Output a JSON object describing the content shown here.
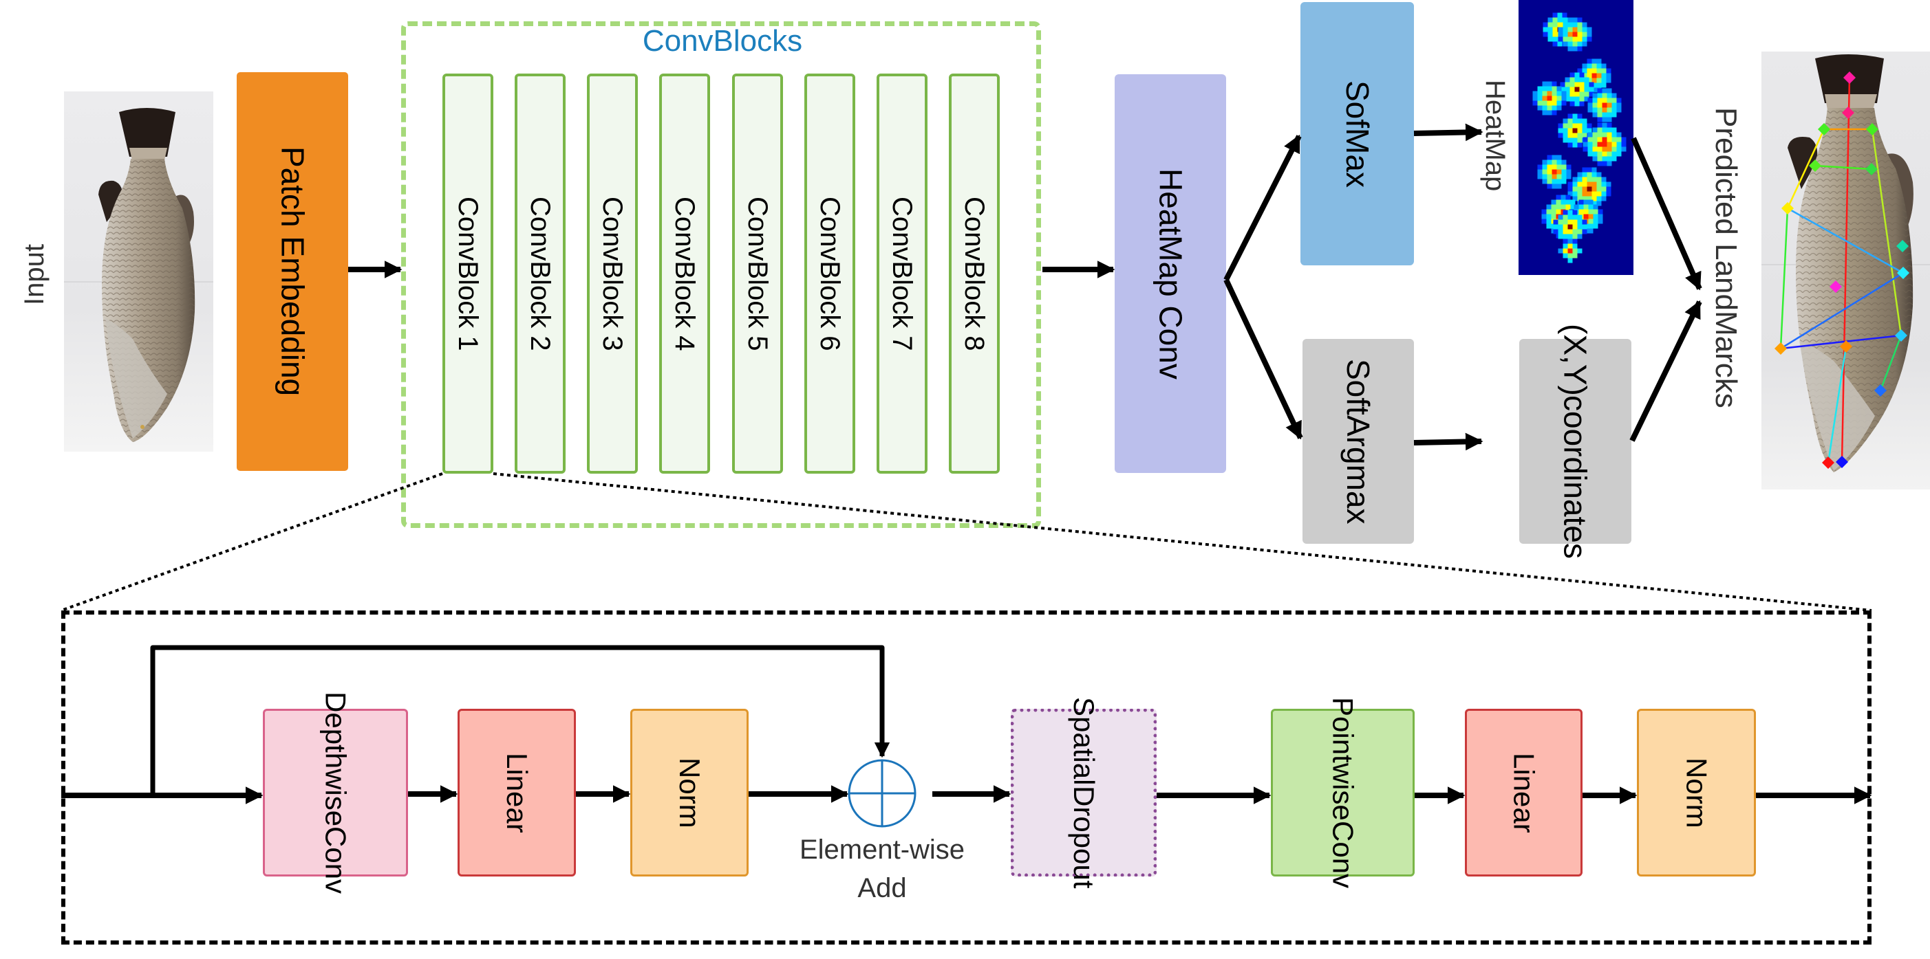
{
  "top": {
    "input_label": "Input",
    "patch_embedding": "Patch Embedding",
    "convblocks_title": "ConvBlocks",
    "convblocks": [
      "ConvBlock 1",
      "ConvBlock 2",
      "ConvBlock 3",
      "ConvBlock 4",
      "ConvBlock 5",
      "ConvBlock 6",
      "ConvBlock 7",
      "ConvBlock 8"
    ],
    "heatmap_conv": "HeatMap Conv",
    "softmax": "SofMax",
    "heatmap_label": "HeatMap",
    "soft_argmax_line1": "Soft",
    "soft_argmax_line2": "Argmax",
    "coords_line1": "(X,Y)",
    "coords_line2": "coordinates",
    "predicted_label": "Predicted LandMarcks"
  },
  "detail": {
    "blocks": [
      {
        "id": "depthwise-conv",
        "line1": "Depthwise",
        "line2": "Conv"
      },
      {
        "id": "linear-1",
        "line1": "Linear",
        "line2": ""
      },
      {
        "id": "norm-1",
        "line1": "Norm",
        "line2": ""
      },
      {
        "id": "spatial-dropout",
        "line1": "Spatial",
        "line2": "Dropout"
      },
      {
        "id": "pointwise-conv",
        "line1": "Pointwise",
        "line2": "Conv"
      },
      {
        "id": "linear-2",
        "line1": "Linear",
        "line2": ""
      },
      {
        "id": "norm-2",
        "line1": "Norm",
        "line2": ""
      }
    ],
    "add_label_line1": "Element-wise",
    "add_label_line2": "Add"
  },
  "colors": {
    "patch_embedding": "#f08c22",
    "convblock_fill": "#f1f8ee",
    "convblock_border": "#7ab648",
    "convblocks_dash": "#a6d97a",
    "convblocks_title": "#1c7fbd",
    "heatmap_conv": "#bbbfec",
    "softmax": "#86bbe3",
    "gray_box": "#cccccc",
    "heatmap_bg": "#00008f",
    "depthwise_fill": "#f8d1dc",
    "depthwise_border": "#d9628a",
    "linear_fill": "#fdbab0",
    "linear_border": "#c9393a",
    "norm_fill": "#fdd9a6",
    "norm_border": "#e0962c",
    "dropout_fill": "#ede2ee",
    "dropout_border": "#8a4a95",
    "pointwise_fill": "#c6e8a9",
    "pointwise_border": "#7ab648",
    "add_circle": "#1b75bb"
  }
}
